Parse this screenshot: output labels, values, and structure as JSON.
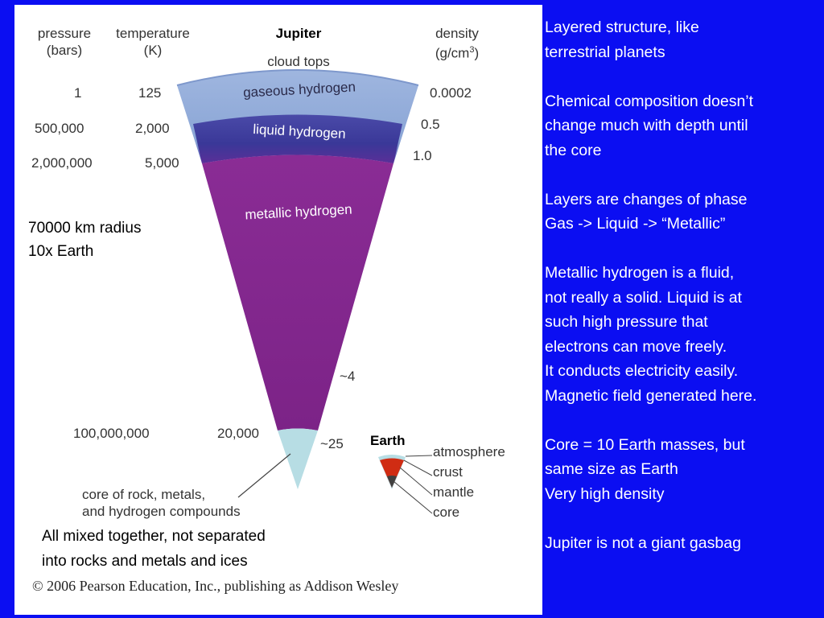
{
  "diagram": {
    "title": "Jupiter",
    "columns": {
      "pressure": {
        "label": "pressure",
        "unit": "(bars)"
      },
      "temperature": {
        "label": "temperature",
        "unit": "(K)"
      },
      "density": {
        "label": "density",
        "unit": "(g/cm",
        "unit_sup": "3",
        "unit_close": ")"
      }
    },
    "rows": [
      {
        "pressure": "1",
        "temperature": "125",
        "density": "0.0002"
      },
      {
        "pressure": "500,000",
        "temperature": "2,000",
        "density": "0.5"
      },
      {
        "pressure": "2,000,000",
        "temperature": "5,000",
        "density": "1.0"
      },
      {
        "pressure": "",
        "temperature": "",
        "density": "~4"
      },
      {
        "pressure": "100,000,000",
        "temperature": "20,000",
        "density": "~25"
      }
    ],
    "layers": {
      "cloud_tops": "cloud tops",
      "gaseous": "gaseous hydrogen",
      "liquid": "liquid hydrogen",
      "metallic": "metallic hydrogen",
      "core": "core of rock, metals,\nand hydrogen compounds"
    },
    "earth": {
      "title": "Earth",
      "labels": [
        "atmosphere",
        "crust",
        "mantle",
        "core"
      ]
    },
    "colors": {
      "gaseous": "#8ba6d6",
      "liquid": "#3c3a9a",
      "metallic": "#84278f",
      "core": "#b7dde4",
      "earth_crust": "#d02c13",
      "earth_core": "#404040"
    },
    "copyright": "© 2006 Pearson Education, Inc., publishing as Addison Wesley"
  },
  "notes": {
    "radius_line1": "70000 km radius",
    "radius_line2": "10x Earth",
    "mixed_line1": "All mixed together, not separated",
    "mixed_line2": "into rocks and metals and ices"
  },
  "side_text": [
    "Layered structure, like\nterrestrial planets",
    "Chemical composition doesn’t\nchange much with depth until\nthe core",
    "Layers are changes of phase\nGas -> Liquid -> “Metallic”",
    "Metallic hydrogen is a fluid,\nnot really a solid. Liquid is at\nsuch high pressure that\nelectrons can move freely.\nIt conducts electricity easily.\nMagnetic field generated here.",
    "Core = 10 Earth masses, but\nsame size as Earth\nVery high density",
    "Jupiter is not a giant gasbag"
  ]
}
